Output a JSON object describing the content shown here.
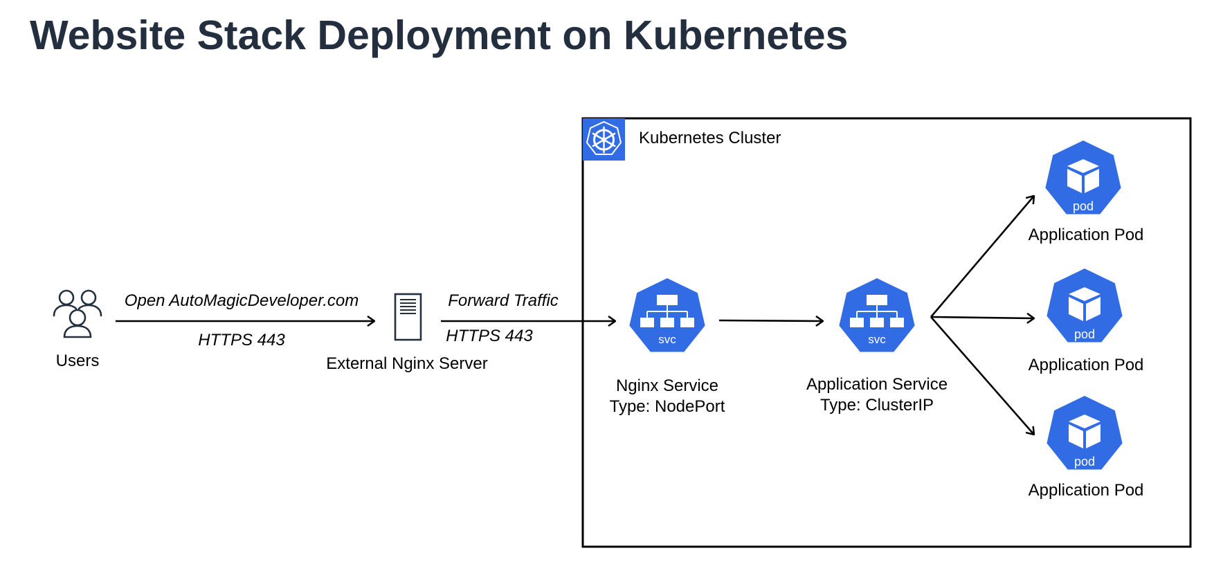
{
  "title": "Website Stack Deployment on Kubernetes",
  "cluster": {
    "label": "Kubernetes Cluster",
    "icon": "kubernetes-helm-icon"
  },
  "colors": {
    "k8s_blue": "#326ce5",
    "title": "#232f3e",
    "line": "#000000"
  },
  "nodes": {
    "users": {
      "label": "Users",
      "icon": "users-icon"
    },
    "external_nginx": {
      "label": "External Nginx Server",
      "icon": "server-icon"
    },
    "nginx_service": {
      "line1": "Nginx Service",
      "line2": "Type: NodePort",
      "icon_text": "svc"
    },
    "app_service": {
      "line1": "Application Service",
      "line2": "Type: ClusterIP",
      "icon_text": "svc"
    },
    "pods": [
      {
        "label": "Application Pod",
        "icon_text": "pod"
      },
      {
        "label": "Application Pod",
        "icon_text": "pod"
      },
      {
        "label": "Application Pod",
        "icon_text": "pod"
      }
    ]
  },
  "edges": {
    "users_to_nginx": {
      "top": "Open AutoMagicDeveloper.com",
      "bottom": "HTTPS 443"
    },
    "nginx_to_service": {
      "top": "Forward Traffic",
      "bottom": "HTTPS 443"
    }
  }
}
